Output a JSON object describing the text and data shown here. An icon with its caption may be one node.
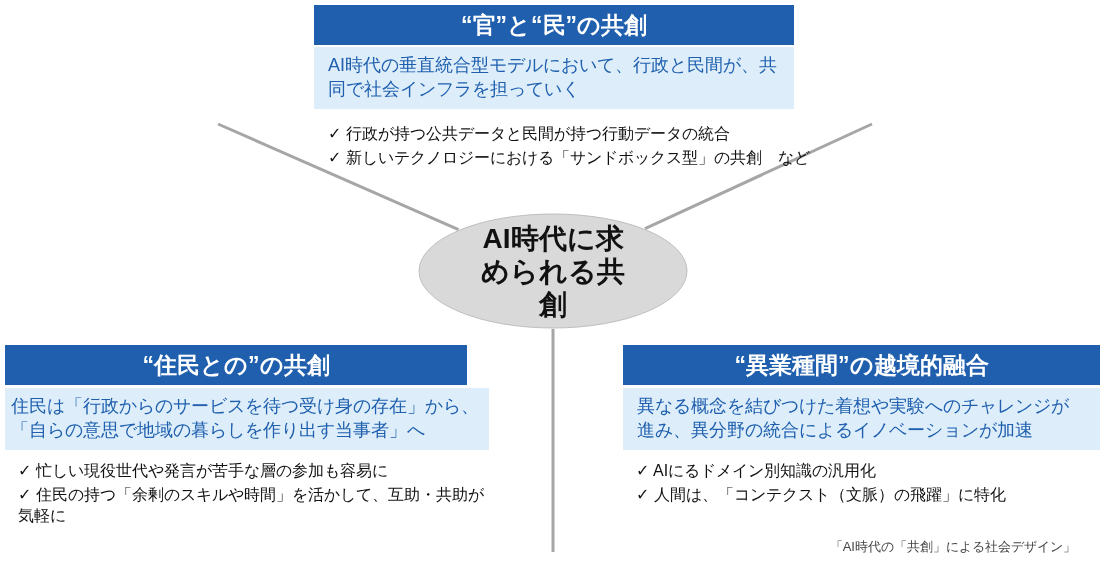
{
  "diagram": {
    "caption": "「AI時代の「共創」による社会デザイン」",
    "nodes": [
      {
        "text": [
          "AI時代に求められる共創"
        ]
      },
      {
        "text": [
          "“官”と“民”の共創"
        ]
      },
      {
        "text": [
          "AI時代の垂直統合型モデルにおいて、行政と民間が、共同で社会インフラを担っていく"
        ]
      },
      {
        "text": [
          "“住民との”の共創"
        ]
      },
      {
        "text": [
          "住民は「行政からのサービスを待つ受け身の存在」から、「自らの意思で地域の暮らしを作り出す当事者」へ"
        ]
      },
      {
        "text": [
          "“異業種間”の越境的融合"
        ]
      },
      {
        "text": [
          "異なる概念を結びつけた着想や実験へのチャレンジが進み、異分野の統合によるイノベーションが加速"
        ]
      }
    ],
    "labels": [
      "✓ 行政が持つ公共データと民間が持つ行動データの統合",
      "✓ 新しいテクノロジーにおける「サンドボックス型」の共創　など",
      "✓ 忙しい現役世代や発言が苦手な層の参加も容易に",
      "✓ 住民の持つ「余剰のスキルや時間」を活かして、互助・共助が気軽に",
      "✓ AIにるドメイン別知識の汎用化",
      "✓ 人間は、「コンテクスト（文脈）の飛躍」に特化"
    ]
  }
}
